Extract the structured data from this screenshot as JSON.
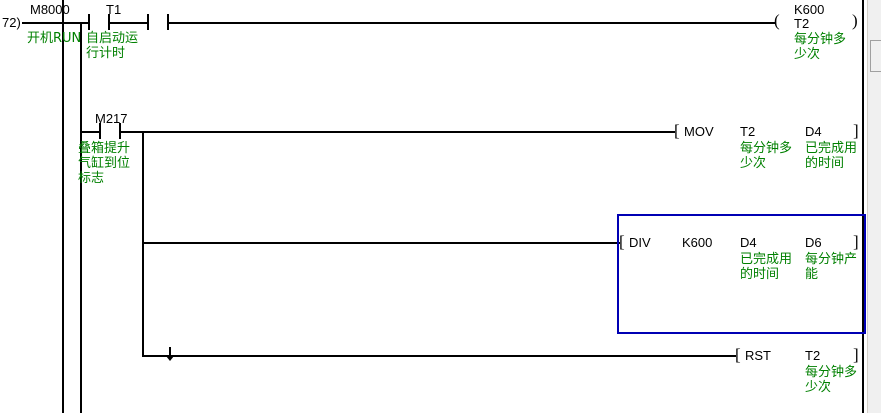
{
  "editor": {
    "step_number": "72)",
    "colors": {
      "wire": "#000000",
      "comment_text": "#008000",
      "device_text": "#000000",
      "selection_box": "#0000B4",
      "background": "#FFFFFF"
    }
  },
  "rungs": [
    {
      "id": "rung-1",
      "contacts": [
        {
          "device": "M8000",
          "type": "normally-open",
          "comment": "开机RUN"
        },
        {
          "device": "T1",
          "type": "normally-open",
          "comment": "自启动运\n行计时"
        }
      ],
      "output": {
        "kind": "timer-coil",
        "preset": "K600",
        "device": "T2",
        "comment": "每分钟多\n少次"
      }
    },
    {
      "id": "rung-2",
      "contacts": [
        {
          "device": "M217",
          "type": "normally-open",
          "comment": "叠箱提升\n气缸到位\n标志"
        }
      ],
      "branches": [
        {
          "id": "branch-mov",
          "instruction": "MOV",
          "operands": [
            {
              "device": "T2",
              "comment": "每分钟多\n少次"
            },
            {
              "device": "D4",
              "comment": "已完成用\n的时间"
            }
          ],
          "selected": false
        },
        {
          "id": "branch-div",
          "instruction": "DIV",
          "operands": [
            {
              "device": "K600",
              "comment": ""
            },
            {
              "device": "D4",
              "comment": "已完成用\n的时间"
            },
            {
              "device": "D6",
              "comment": "每分钟产\n能"
            }
          ],
          "selected": true
        },
        {
          "id": "branch-rst",
          "instruction": "RST",
          "operands": [
            {
              "device": "T2",
              "comment": "每分钟多\n少次"
            }
          ],
          "selected": false
        }
      ]
    }
  ],
  "coil_glyphs": {
    "open": "(",
    "close": ")"
  },
  "bracket_glyphs": {
    "open": "[",
    "close": "]"
  }
}
